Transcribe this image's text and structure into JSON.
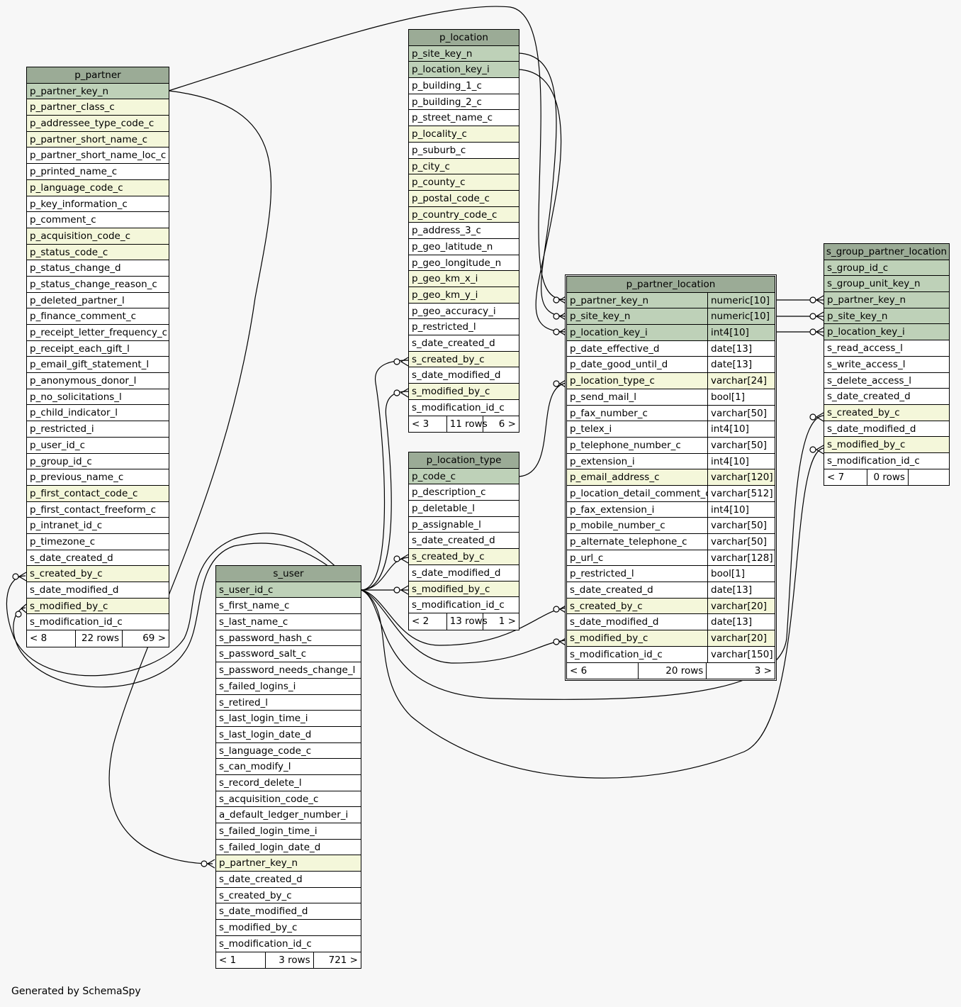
{
  "footer_text": "Generated by SchemaSpy",
  "colors": {
    "header": "#9bab96",
    "primary_key": "#bed1b8",
    "indexed": "#f4f7da",
    "plain": "#ffffff",
    "background": "#f7f7f7"
  },
  "tables": {
    "p_partner": {
      "name": "p_partner",
      "columns": [
        {
          "name": "p_partner_key_n",
          "kind": "pk"
        },
        {
          "name": "p_partner_class_c",
          "kind": "idx"
        },
        {
          "name": "p_addressee_type_code_c",
          "kind": "idx"
        },
        {
          "name": "p_partner_short_name_c",
          "kind": "idx"
        },
        {
          "name": "p_partner_short_name_loc_c",
          "kind": "plain"
        },
        {
          "name": "p_printed_name_c",
          "kind": "plain"
        },
        {
          "name": "p_language_code_c",
          "kind": "idx"
        },
        {
          "name": "p_key_information_c",
          "kind": "plain"
        },
        {
          "name": "p_comment_c",
          "kind": "plain"
        },
        {
          "name": "p_acquisition_code_c",
          "kind": "idx"
        },
        {
          "name": "p_status_code_c",
          "kind": "idx"
        },
        {
          "name": "p_status_change_d",
          "kind": "plain"
        },
        {
          "name": "p_status_change_reason_c",
          "kind": "plain"
        },
        {
          "name": "p_deleted_partner_l",
          "kind": "plain"
        },
        {
          "name": "p_finance_comment_c",
          "kind": "plain"
        },
        {
          "name": "p_receipt_letter_frequency_c",
          "kind": "plain"
        },
        {
          "name": "p_receipt_each_gift_l",
          "kind": "plain"
        },
        {
          "name": "p_email_gift_statement_l",
          "kind": "plain"
        },
        {
          "name": "p_anonymous_donor_l",
          "kind": "plain"
        },
        {
          "name": "p_no_solicitations_l",
          "kind": "plain"
        },
        {
          "name": "p_child_indicator_l",
          "kind": "plain"
        },
        {
          "name": "p_restricted_i",
          "kind": "plain"
        },
        {
          "name": "p_user_id_c",
          "kind": "plain"
        },
        {
          "name": "p_group_id_c",
          "kind": "plain"
        },
        {
          "name": "p_previous_name_c",
          "kind": "plain"
        },
        {
          "name": "p_first_contact_code_c",
          "kind": "idx"
        },
        {
          "name": "p_first_contact_freeform_c",
          "kind": "plain"
        },
        {
          "name": "p_intranet_id_c",
          "kind": "plain"
        },
        {
          "name": "p_timezone_c",
          "kind": "plain"
        },
        {
          "name": "s_date_created_d",
          "kind": "plain"
        },
        {
          "name": "s_created_by_c",
          "kind": "idx"
        },
        {
          "name": "s_date_modified_d",
          "kind": "plain"
        },
        {
          "name": "s_modified_by_c",
          "kind": "idx"
        },
        {
          "name": "s_modification_id_c",
          "kind": "plain"
        }
      ],
      "footer": [
        "< 8",
        "22 rows",
        "69 >"
      ]
    },
    "p_location": {
      "name": "p_location",
      "columns": [
        {
          "name": "p_site_key_n",
          "kind": "pk"
        },
        {
          "name": "p_location_key_i",
          "kind": "pk"
        },
        {
          "name": "p_building_1_c",
          "kind": "plain"
        },
        {
          "name": "p_building_2_c",
          "kind": "plain"
        },
        {
          "name": "p_street_name_c",
          "kind": "plain"
        },
        {
          "name": "p_locality_c",
          "kind": "idx"
        },
        {
          "name": "p_suburb_c",
          "kind": "plain"
        },
        {
          "name": "p_city_c",
          "kind": "idx"
        },
        {
          "name": "p_county_c",
          "kind": "idx"
        },
        {
          "name": "p_postal_code_c",
          "kind": "idx"
        },
        {
          "name": "p_country_code_c",
          "kind": "idx"
        },
        {
          "name": "p_address_3_c",
          "kind": "plain"
        },
        {
          "name": "p_geo_latitude_n",
          "kind": "plain"
        },
        {
          "name": "p_geo_longitude_n",
          "kind": "plain"
        },
        {
          "name": "p_geo_km_x_i",
          "kind": "idx"
        },
        {
          "name": "p_geo_km_y_i",
          "kind": "idx"
        },
        {
          "name": "p_geo_accuracy_i",
          "kind": "plain"
        },
        {
          "name": "p_restricted_l",
          "kind": "plain"
        },
        {
          "name": "s_date_created_d",
          "kind": "plain"
        },
        {
          "name": "s_created_by_c",
          "kind": "idx"
        },
        {
          "name": "s_date_modified_d",
          "kind": "plain"
        },
        {
          "name": "s_modified_by_c",
          "kind": "idx"
        },
        {
          "name": "s_modification_id_c",
          "kind": "plain"
        }
      ],
      "footer": [
        "< 3",
        "11 rows",
        "6 >"
      ]
    },
    "p_location_type": {
      "name": "p_location_type",
      "columns": [
        {
          "name": "p_code_c",
          "kind": "pk"
        },
        {
          "name": "p_description_c",
          "kind": "plain"
        },
        {
          "name": "p_deletable_l",
          "kind": "plain"
        },
        {
          "name": "p_assignable_l",
          "kind": "plain"
        },
        {
          "name": "s_date_created_d",
          "kind": "plain"
        },
        {
          "name": "s_created_by_c",
          "kind": "idx"
        },
        {
          "name": "s_date_modified_d",
          "kind": "plain"
        },
        {
          "name": "s_modified_by_c",
          "kind": "idx"
        },
        {
          "name": "s_modification_id_c",
          "kind": "plain"
        }
      ],
      "footer": [
        "< 2",
        "13 rows",
        "1 >"
      ]
    },
    "p_partner_location": {
      "name": "p_partner_location",
      "columns": [
        {
          "name": "p_partner_key_n",
          "type": "numeric[10]",
          "kind": "pk"
        },
        {
          "name": "p_site_key_n",
          "type": "numeric[10]",
          "kind": "pk"
        },
        {
          "name": "p_location_key_i",
          "type": "int4[10]",
          "kind": "pk"
        },
        {
          "name": "p_date_effective_d",
          "type": "date[13]",
          "kind": "plain"
        },
        {
          "name": "p_date_good_until_d",
          "type": "date[13]",
          "kind": "plain"
        },
        {
          "name": "p_location_type_c",
          "type": "varchar[24]",
          "kind": "idx"
        },
        {
          "name": "p_send_mail_l",
          "type": "bool[1]",
          "kind": "plain"
        },
        {
          "name": "p_fax_number_c",
          "type": "varchar[50]",
          "kind": "plain"
        },
        {
          "name": "p_telex_i",
          "type": "int4[10]",
          "kind": "plain"
        },
        {
          "name": "p_telephone_number_c",
          "type": "varchar[50]",
          "kind": "plain"
        },
        {
          "name": "p_extension_i",
          "type": "int4[10]",
          "kind": "plain"
        },
        {
          "name": "p_email_address_c",
          "type": "varchar[120]",
          "kind": "idx"
        },
        {
          "name": "p_location_detail_comment_c",
          "type": "varchar[512]",
          "kind": "plain"
        },
        {
          "name": "p_fax_extension_i",
          "type": "int4[10]",
          "kind": "plain"
        },
        {
          "name": "p_mobile_number_c",
          "type": "varchar[50]",
          "kind": "plain"
        },
        {
          "name": "p_alternate_telephone_c",
          "type": "varchar[50]",
          "kind": "plain"
        },
        {
          "name": "p_url_c",
          "type": "varchar[128]",
          "kind": "plain"
        },
        {
          "name": "p_restricted_l",
          "type": "bool[1]",
          "kind": "plain"
        },
        {
          "name": "s_date_created_d",
          "type": "date[13]",
          "kind": "plain"
        },
        {
          "name": "s_created_by_c",
          "type": "varchar[20]",
          "kind": "idx"
        },
        {
          "name": "s_date_modified_d",
          "type": "date[13]",
          "kind": "plain"
        },
        {
          "name": "s_modified_by_c",
          "type": "varchar[20]",
          "kind": "idx"
        },
        {
          "name": "s_modification_id_c",
          "type": "varchar[150]",
          "kind": "plain"
        }
      ],
      "footer": [
        "< 6",
        "20 rows",
        "3 >"
      ]
    },
    "s_group_partner_location": {
      "name": "s_group_partner_location",
      "columns": [
        {
          "name": "s_group_id_c",
          "kind": "pk"
        },
        {
          "name": "s_group_unit_key_n",
          "kind": "pk"
        },
        {
          "name": "p_partner_key_n",
          "kind": "pk"
        },
        {
          "name": "p_site_key_n",
          "kind": "pk"
        },
        {
          "name": "p_location_key_i",
          "kind": "pk"
        },
        {
          "name": "s_read_access_l",
          "kind": "plain"
        },
        {
          "name": "s_write_access_l",
          "kind": "plain"
        },
        {
          "name": "s_delete_access_l",
          "kind": "plain"
        },
        {
          "name": "s_date_created_d",
          "kind": "plain"
        },
        {
          "name": "s_created_by_c",
          "kind": "idx"
        },
        {
          "name": "s_date_modified_d",
          "kind": "plain"
        },
        {
          "name": "s_modified_by_c",
          "kind": "idx"
        },
        {
          "name": "s_modification_id_c",
          "kind": "plain"
        }
      ],
      "footer": [
        "< 7",
        "0 rows",
        ""
      ]
    },
    "s_user": {
      "name": "s_user",
      "columns": [
        {
          "name": "s_user_id_c",
          "kind": "pk"
        },
        {
          "name": "s_first_name_c",
          "kind": "plain"
        },
        {
          "name": "s_last_name_c",
          "kind": "plain"
        },
        {
          "name": "s_password_hash_c",
          "kind": "plain"
        },
        {
          "name": "s_password_salt_c",
          "kind": "plain"
        },
        {
          "name": "s_password_needs_change_l",
          "kind": "plain"
        },
        {
          "name": "s_failed_logins_i",
          "kind": "plain"
        },
        {
          "name": "s_retired_l",
          "kind": "plain"
        },
        {
          "name": "s_last_login_time_i",
          "kind": "plain"
        },
        {
          "name": "s_last_login_date_d",
          "kind": "plain"
        },
        {
          "name": "s_language_code_c",
          "kind": "plain"
        },
        {
          "name": "s_can_modify_l",
          "kind": "plain"
        },
        {
          "name": "s_record_delete_l",
          "kind": "plain"
        },
        {
          "name": "s_acquisition_code_c",
          "kind": "plain"
        },
        {
          "name": "a_default_ledger_number_i",
          "kind": "plain"
        },
        {
          "name": "s_failed_login_time_i",
          "kind": "plain"
        },
        {
          "name": "s_failed_login_date_d",
          "kind": "plain"
        },
        {
          "name": "p_partner_key_n",
          "kind": "idx"
        },
        {
          "name": "s_date_created_d",
          "kind": "plain"
        },
        {
          "name": "s_created_by_c",
          "kind": "plain"
        },
        {
          "name": "s_date_modified_d",
          "kind": "plain"
        },
        {
          "name": "s_modified_by_c",
          "kind": "plain"
        },
        {
          "name": "s_modification_id_c",
          "kind": "plain"
        }
      ],
      "footer": [
        "< 1",
        "3 rows",
        "721 >"
      ]
    }
  }
}
